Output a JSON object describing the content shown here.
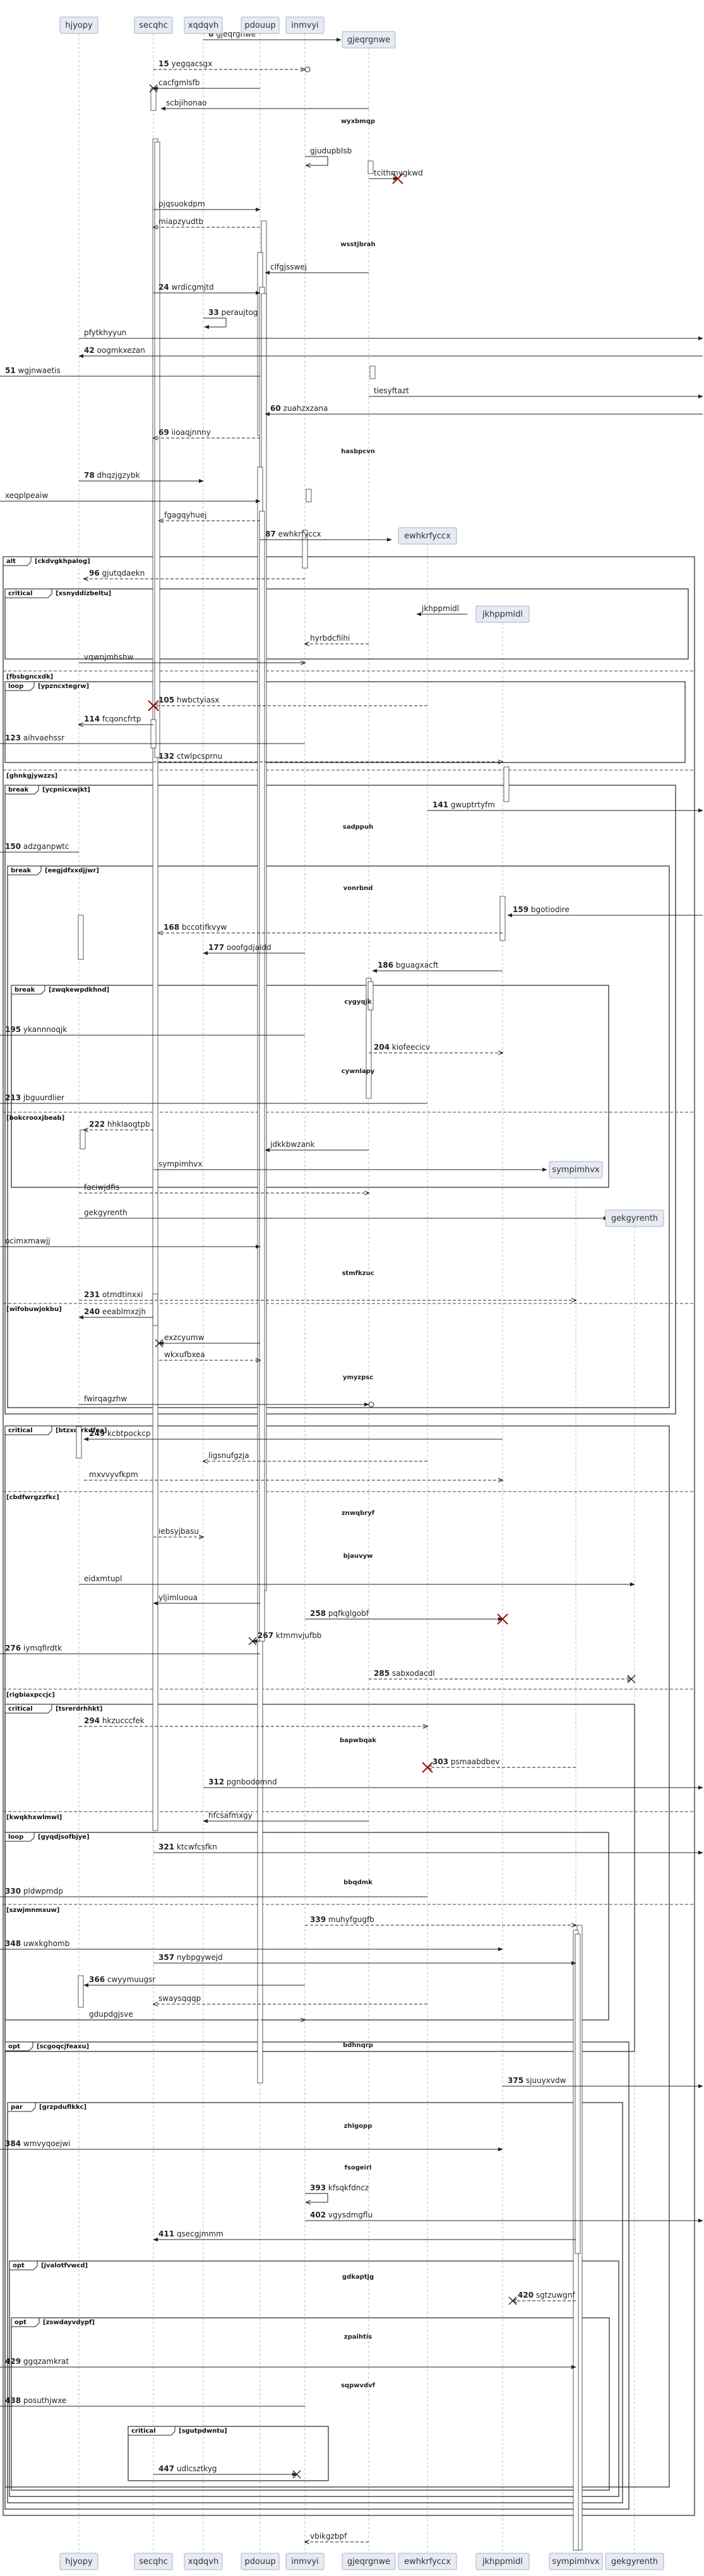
{
  "participants": [
    "hjyopy",
    "secqhc",
    "xqdqvh",
    "pdouup",
    "inmvyi",
    "gjeqrgnwe",
    "ewhkrfyccx",
    "jkhppmidl",
    "sympimhvx",
    "gekgyrenth"
  ],
  "created_participants": [
    {
      "name": "gjeqrgnwe",
      "label": "gjeqrgnwe"
    },
    {
      "name": "ewhkrfyccx",
      "label": "ewhkrfyccx"
    },
    {
      "name": "jkhppmidl",
      "label": "jkhppmidl"
    },
    {
      "name": "sympimhvx",
      "label": "sympimhvx"
    },
    {
      "name": "gekgyrenth",
      "label": "gekgyrenth"
    }
  ],
  "messages": [
    {
      "num": "6",
      "text": "gjeqrgnwe"
    },
    {
      "num": "15",
      "text": "yegqacsgx"
    },
    {
      "num": "",
      "text": "cacfgmlsfb"
    },
    {
      "num": "",
      "text": "scbjihonao"
    },
    {
      "num": "",
      "text": "gjudupblsb"
    },
    {
      "num": "",
      "text": "tcithmygkwd"
    },
    {
      "num": "",
      "text": "pjqsuokdpm"
    },
    {
      "num": "",
      "text": "miapzyudtb"
    },
    {
      "num": "",
      "text": "clfgjsswej"
    },
    {
      "num": "24",
      "text": "wrdicgmjtd"
    },
    {
      "num": "33",
      "text": "peraujtog"
    },
    {
      "num": "",
      "text": "pfytkhyyun"
    },
    {
      "num": "42",
      "text": "oogmkxezan"
    },
    {
      "num": "51",
      "text": "wgjnwaetis"
    },
    {
      "num": "",
      "text": "tiesyftazt"
    },
    {
      "num": "60",
      "text": "zuahzxzana"
    },
    {
      "num": "69",
      "text": "iioaqjnnny"
    },
    {
      "num": "78",
      "text": "dhqzjgzybk"
    },
    {
      "num": "",
      "text": "xeqplpeaiw"
    },
    {
      "num": "",
      "text": "fgagqyhuej"
    },
    {
      "num": "87",
      "text": "ewhkrfyccx"
    },
    {
      "num": "96",
      "text": "gjutqdaekn"
    },
    {
      "num": "",
      "text": "jkhppmidl"
    },
    {
      "num": "",
      "text": "hyrbdcfiihi"
    },
    {
      "num": "",
      "text": "vqwnjmhshw"
    },
    {
      "num": "105",
      "text": "hwbctyiasx"
    },
    {
      "num": "114",
      "text": "fcqoncfrtp"
    },
    {
      "num": "123",
      "text": "aihvaehssr"
    },
    {
      "num": "132",
      "text": "ctwlpcsprnu"
    },
    {
      "num": "141",
      "text": "gwuptrtyfm"
    },
    {
      "num": "150",
      "text": "adzganpwtc"
    },
    {
      "num": "159",
      "text": "bgotiodire"
    },
    {
      "num": "168",
      "text": "bccotifkvyw"
    },
    {
      "num": "177",
      "text": "ooofgdjaidd"
    },
    {
      "num": "186",
      "text": "bguagxacft"
    },
    {
      "num": "195",
      "text": "ykannnoqjk"
    },
    {
      "num": "204",
      "text": "kiofeecicv"
    },
    {
      "num": "213",
      "text": "jbguurdlier"
    },
    {
      "num": "222",
      "text": "hhklaogtpb"
    },
    {
      "num": "",
      "text": "jdkkbwzank"
    },
    {
      "num": "",
      "text": "sympimhvx"
    },
    {
      "num": "",
      "text": "faciwjdfis"
    },
    {
      "num": "",
      "text": "gekgyrenth"
    },
    {
      "num": "",
      "text": "ocimxmawjj"
    },
    {
      "num": "231",
      "text": "otmdtinxxi"
    },
    {
      "num": "240",
      "text": "eeablmxzjh"
    },
    {
      "num": "",
      "text": "exzcyumw"
    },
    {
      "num": "",
      "text": "wkxufbxea"
    },
    {
      "num": "",
      "text": "fwirqagzhw"
    },
    {
      "num": "249",
      "text": "kcbtpockcp"
    },
    {
      "num": "",
      "text": "ligsnufgzja"
    },
    {
      "num": "",
      "text": "mxvvyvfkpm"
    },
    {
      "num": "",
      "text": "iebsyjbasu"
    },
    {
      "num": "",
      "text": "eidxmtupl"
    },
    {
      "num": "",
      "text": "yljimluoua"
    },
    {
      "num": "258",
      "text": "pqfkglgobf"
    },
    {
      "num": "267",
      "text": "ktmmvjufbb"
    },
    {
      "num": "276",
      "text": "iymqfirdtk"
    },
    {
      "num": "285",
      "text": "sabxodacdl"
    },
    {
      "num": "294",
      "text": "hkzucccfek"
    },
    {
      "num": "303",
      "text": "psmaabdbev"
    },
    {
      "num": "312",
      "text": "pgnbodomnd"
    },
    {
      "num": "",
      "text": "hfcsafmxgy"
    },
    {
      "num": "321",
      "text": "ktcwfcsfkn"
    },
    {
      "num": "330",
      "text": "pldwpmdp"
    },
    {
      "num": "339",
      "text": "muhyfgugfb"
    },
    {
      "num": "348",
      "text": "uwxkghomb"
    },
    {
      "num": "357",
      "text": "nybpgywejd"
    },
    {
      "num": "366",
      "text": "cwyymuugsr"
    },
    {
      "num": "",
      "text": "swaysqqqp"
    },
    {
      "num": "",
      "text": "gdupdgjsve"
    },
    {
      "num": "375",
      "text": "sjuuyxvdw"
    },
    {
      "num": "384",
      "text": "wmvyqoejwi"
    },
    {
      "num": "393",
      "text": "kfsqkfdncz"
    },
    {
      "num": "402",
      "text": "vgysdmgflu"
    },
    {
      "num": "411",
      "text": "qsecgjmmm"
    },
    {
      "num": "420",
      "text": "sgtzuwgnf"
    },
    {
      "num": "429",
      "text": "ggqzamkrat"
    },
    {
      "num": "438",
      "text": "posuthjwxe"
    },
    {
      "num": "447",
      "text": "udlcsztkyg"
    },
    {
      "num": "",
      "text": "vbikgzbpf"
    }
  ],
  "fragments": [
    {
      "kind": "alt",
      "guard": "[ckdvgkhpalog]"
    },
    {
      "kind": "critical",
      "guard": "[xsnyddizbeltu]"
    },
    {
      "kind": "",
      "guard": "[fbsbgncxdk]"
    },
    {
      "kind": "loop",
      "guard": "[ypzncxtegrw]"
    },
    {
      "kind": "",
      "guard": "[ghnkgjywzzs]"
    },
    {
      "kind": "break",
      "guard": "[ycpnicxwjkt]"
    },
    {
      "kind": "break",
      "guard": "[eegjdfxxdjjwr]"
    },
    {
      "kind": "break",
      "guard": "[zwqkewpdkhnd]"
    },
    {
      "kind": "",
      "guard": "[bokcrooxjbeab]"
    },
    {
      "kind": "",
      "guard": "[wifobuwjokbu]"
    },
    {
      "kind": "critical",
      "guard": "[btzxqfrkdfea]"
    },
    {
      "kind": "",
      "guard": "[cbdfwrgzzfkc]"
    },
    {
      "kind": "",
      "guard": "[rigbiaxpccjc]"
    },
    {
      "kind": "critical",
      "guard": "[tsrerdrhhkt]"
    },
    {
      "kind": "",
      "guard": "[kwqkhxwlmwl]"
    },
    {
      "kind": "loop",
      "guard": "[gyqdjsofbjye]"
    },
    {
      "kind": "",
      "guard": "[szwjmnmxuw]"
    },
    {
      "kind": "opt",
      "guard": "[scgoqcjfeaxu]"
    },
    {
      "kind": "par",
      "guard": "[grzpduflkkc]"
    },
    {
      "kind": "opt",
      "guard": "[jvalotfvwcd]"
    },
    {
      "kind": "opt",
      "guard": "[zswdayvdypf]"
    },
    {
      "kind": "critical",
      "guard": "[sgutpdwntu]"
    }
  ],
  "dividers": [
    "wyxbmqp",
    "wsstjbrah",
    "hasbpcvn",
    "sadppuh",
    "vonrbnd",
    "cygyqjk",
    "cywnlapy",
    "stmfkzuc",
    "ymyzpsc",
    "znwqbryf",
    "bjauvyw",
    "bapwbqak",
    "bbqdmk",
    "bdhnqrp",
    "zhlgopp",
    "fsogeirl",
    "gdkaptjg",
    "zpaihtis",
    "sqpwvdvf"
  ]
}
